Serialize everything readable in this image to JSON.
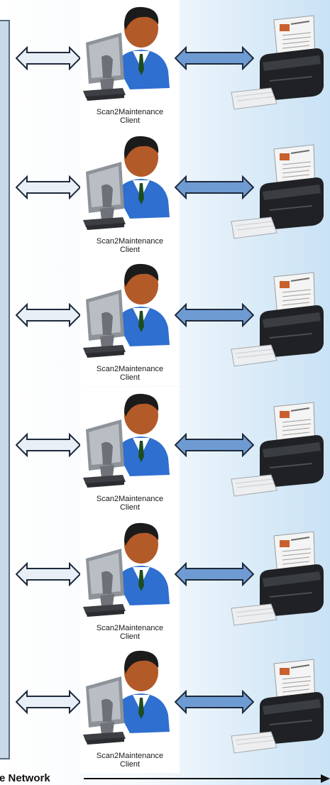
{
  "network": {
    "label": "e Network"
  },
  "clients": [
    {
      "line1": "Scan2Maintenance",
      "line2": "Client"
    },
    {
      "line1": "Scan2Maintenance",
      "line2": "Client"
    },
    {
      "line1": "Scan2Maintenance",
      "line2": "Client"
    },
    {
      "line1": "Scan2Maintenance",
      "line2": "Client"
    },
    {
      "line1": "Scan2Maintenance",
      "line2": "Client"
    },
    {
      "line1": "Scan2Maintenance",
      "line2": "Client"
    }
  ],
  "icons": {
    "client": "user-at-computer-icon",
    "scanner": "document-scanner-icon"
  },
  "colors": {
    "left_arrow": "#e9eff6",
    "right_arrow": "#6f9bd3",
    "outline": "#1e2a3c",
    "server": "#c9d9ea"
  }
}
